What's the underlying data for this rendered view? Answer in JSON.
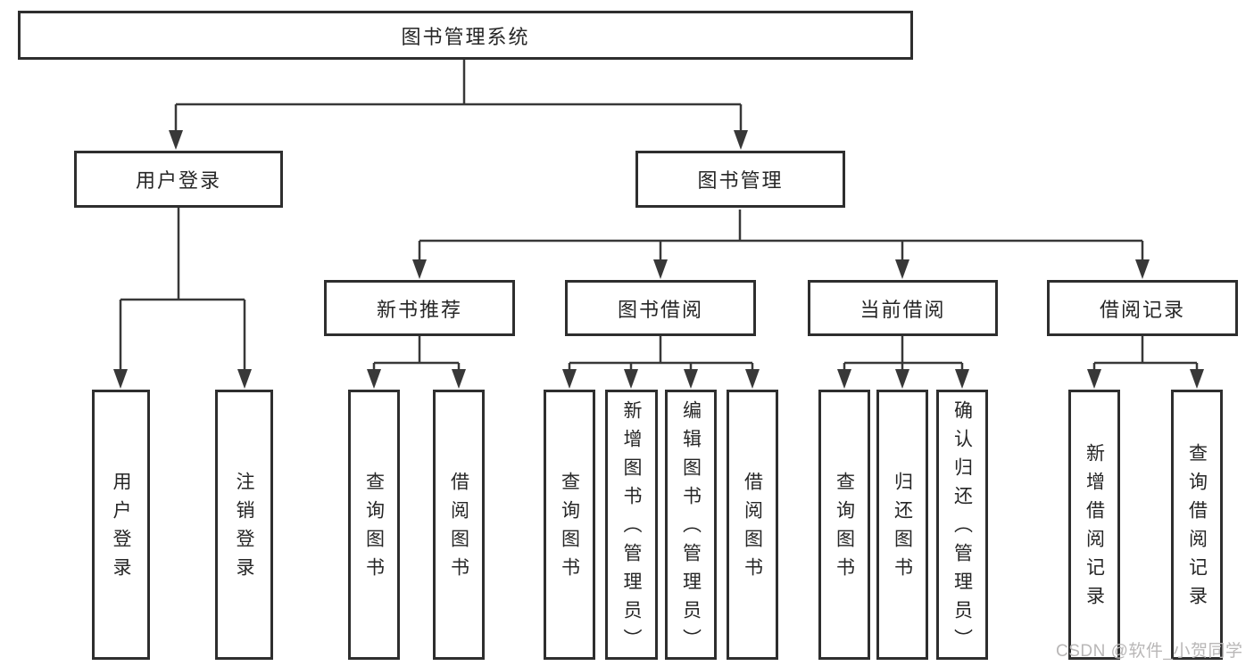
{
  "colors": {
    "line": "#383838",
    "box_border": "#2e2e2e",
    "text": "#262626",
    "background": "#ffffff",
    "watermark": "#b9b7b7"
  },
  "watermark": {
    "text": "CSDN @软件_小贺同学"
  },
  "diagram": {
    "root": {
      "label": "图书管理系统"
    },
    "branches": [
      {
        "label": "用户登录",
        "children": [
          {
            "label": "用户登录"
          },
          {
            "label": "注销登录"
          }
        ]
      },
      {
        "label": "图书管理",
        "children": [
          {
            "label": "新书推荐",
            "children": [
              {
                "label": "查询图书"
              },
              {
                "label": "借阅图书"
              }
            ]
          },
          {
            "label": "图书借阅",
            "children": [
              {
                "label": "查询图书"
              },
              {
                "label": "新增图书（管理员）"
              },
              {
                "label": "编辑图书（管理员）"
              },
              {
                "label": "借阅图书"
              }
            ]
          },
          {
            "label": "当前借阅",
            "children": [
              {
                "label": "查询图书"
              },
              {
                "label": "归还图书"
              },
              {
                "label": "确认归还（管理员）"
              }
            ]
          },
          {
            "label": "借阅记录",
            "children": [
              {
                "label": "新增借阅记录"
              },
              {
                "label": "查询借阅记录"
              }
            ]
          }
        ]
      }
    ]
  }
}
